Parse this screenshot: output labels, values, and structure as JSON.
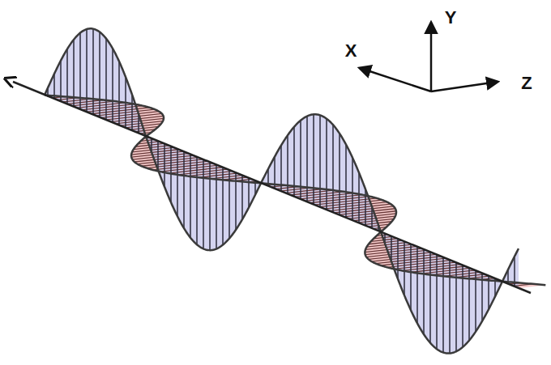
{
  "diagram": {
    "labels": [
      "X",
      "Y",
      "Z"
    ]
  }
}
